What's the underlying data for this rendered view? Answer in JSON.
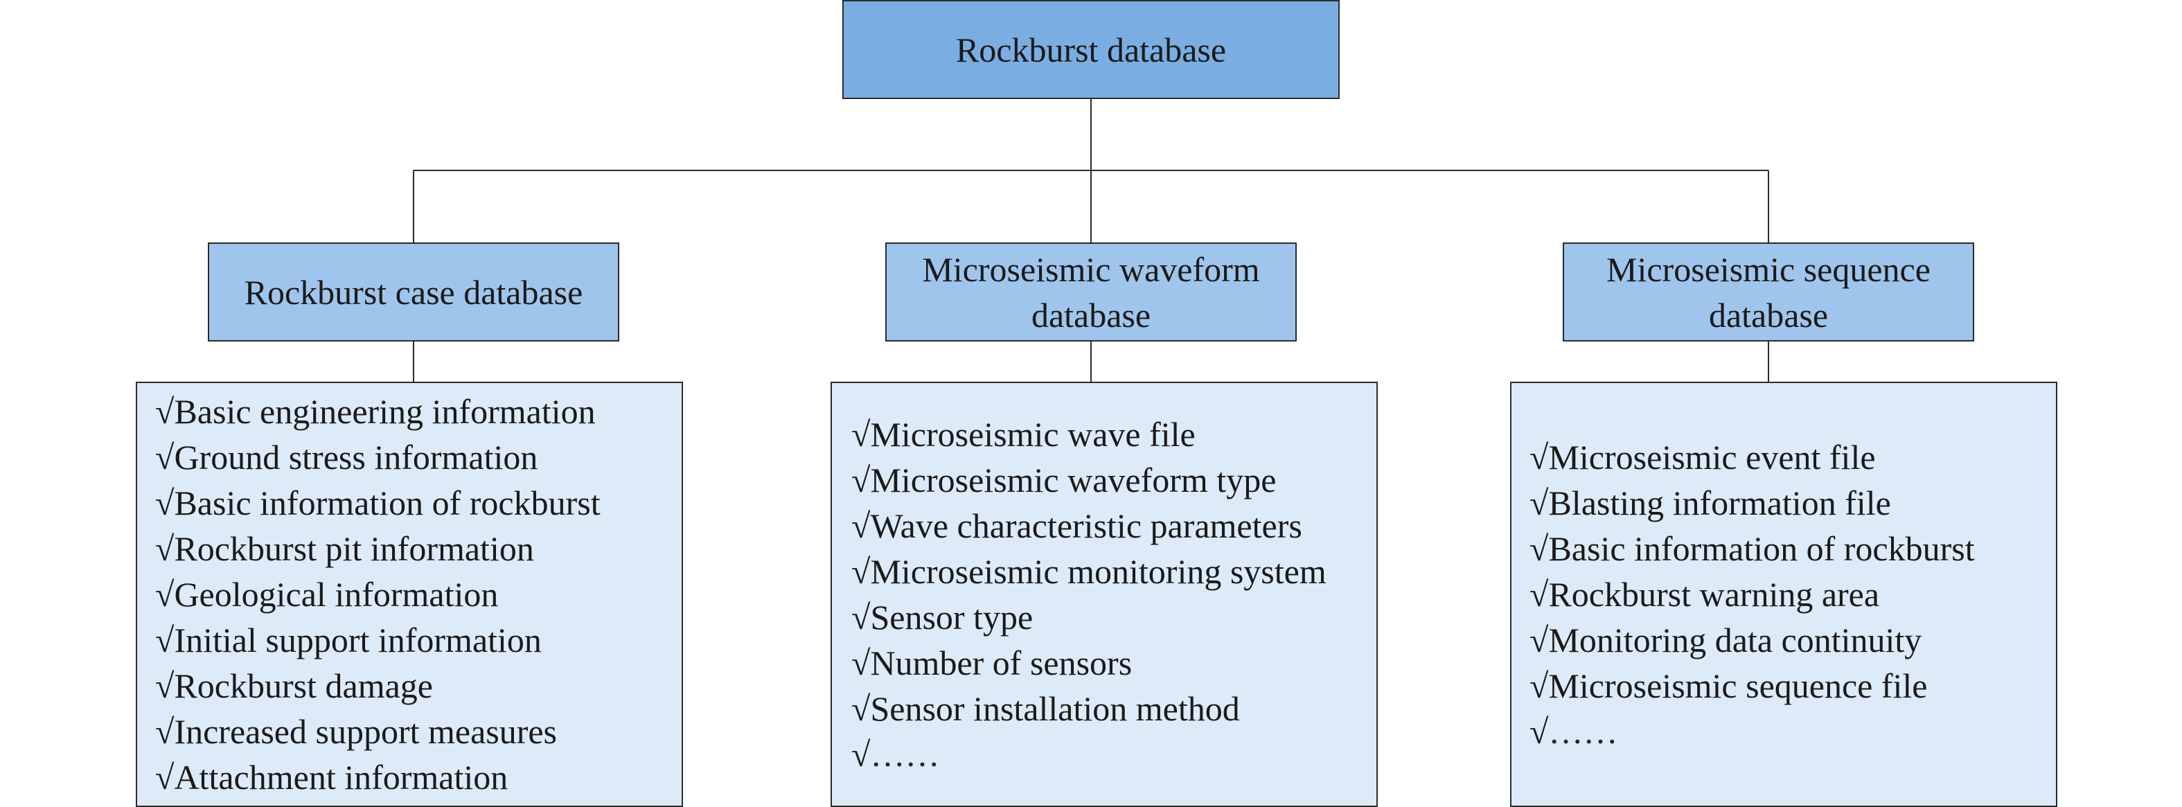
{
  "root": {
    "title": "Rockburst database"
  },
  "categories": [
    {
      "title": "Rockburst case database",
      "check_symbol": "√",
      "items": [
        {
          "check": "√ ",
          "text": "Basic engineering information"
        },
        {
          "check": "√ ",
          "text": "Ground stress information"
        },
        {
          "check": "√ ",
          "text": "Basic information of rockburst"
        },
        {
          "check": "√ ",
          "text": "Rockburst pit information"
        },
        {
          "check": "√ ",
          "text": "Geological information"
        },
        {
          "check": "√ ",
          "text": "Initial support information"
        },
        {
          "check": "√ ",
          "text": "Rockburst damage"
        },
        {
          "check": "√",
          "text": "Increased support measures"
        },
        {
          "check": "√ ",
          "text": "Attachment information"
        }
      ]
    },
    {
      "title": "Microseismic waveform database",
      "check_symbol": "√",
      "items": [
        {
          "check": "√ ",
          "text": "Microseismic wave file"
        },
        {
          "check": "√ ",
          "text": "Microseismic waveform type"
        },
        {
          "check": "√ ",
          "text": "Wave characteristic parameters"
        },
        {
          "check": "√ ",
          "text": "Microseismic monitoring system"
        },
        {
          "check": "√ ",
          "text": "Sensor type"
        },
        {
          "check": "√ ",
          "text": "Number of sensors"
        },
        {
          "check": "√ ",
          "text": "Sensor installation method"
        },
        {
          "check": "√ ",
          "text": "……"
        }
      ]
    },
    {
      "title": "Microseismic sequence database",
      "check_symbol": "√",
      "items": [
        {
          "check": "√ ",
          "text": "Microseismic event file"
        },
        {
          "check": "√ ",
          "text": "Blasting information file"
        },
        {
          "check": "√ ",
          "text": "Basic information of rockburst"
        },
        {
          "check": "√ ",
          "text": "Rockburst warning area"
        },
        {
          "check": "√ ",
          "text": "Monitoring data continuity"
        },
        {
          "check": "√ ",
          "text": "Microseismic sequence file"
        },
        {
          "check": "√ ",
          "text": "……"
        }
      ]
    }
  ],
  "colors": {
    "root_fill": "#7aaee3",
    "category_fill": "#9fc5ec",
    "list_fill": "#ddeaf7",
    "line": "#2b2b2b"
  }
}
